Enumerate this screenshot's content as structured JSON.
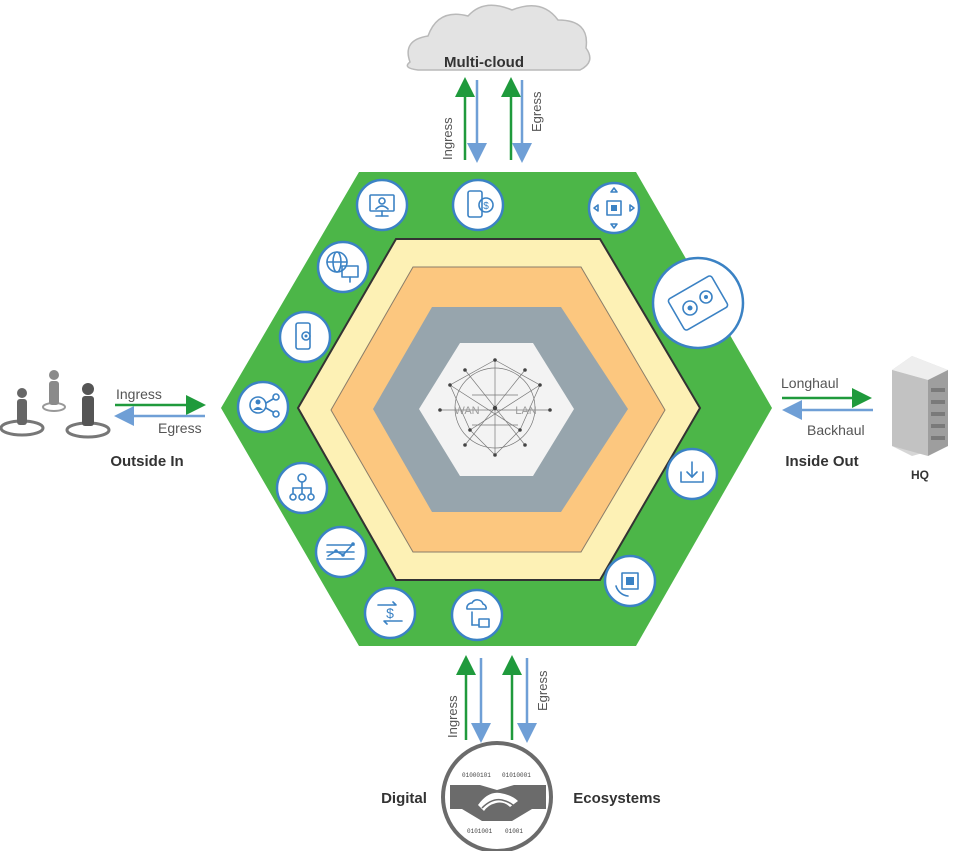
{
  "colors": {
    "hex_green": "#4cb648",
    "hex_yellow": "#fdf1b5",
    "hex_orange": "#fcc77f",
    "hex_grey": "#97a5ad",
    "hex_center": "#f3f3f3",
    "icon_blue": "#3b82c4",
    "ingress_green": "#1f9a3c",
    "egress_blue": "#6f9fd6",
    "text_dark": "#333333"
  },
  "top": {
    "cloud_label": "Multi-cloud",
    "ingress_label": "Ingress",
    "egress_label": "Egress"
  },
  "left": {
    "title": "Outside In",
    "ingress_label": "Ingress",
    "egress_label": "Egress"
  },
  "right": {
    "title": "Inside Out",
    "longhaul_label": "Longhaul",
    "backhaul_label": "Backhaul",
    "hq_label": "HQ"
  },
  "bottom": {
    "left_title": "Digital",
    "right_title": "Ecosystems",
    "ingress_label": "Ingress",
    "egress_label": "Egress",
    "binary_top_left": "01000101",
    "binary_top_right": "01010001",
    "binary_bottom_left": "0101001",
    "binary_bottom_right": "01001"
  },
  "center": {
    "wan_label": "WAN",
    "lan_label": "LAN"
  },
  "icons": [
    "monitor-user-icon",
    "mobile-payment-icon",
    "processor-arrows-icon",
    "globe-monitor-icon",
    "gears-panel-icon",
    "mobile-gear-icon",
    "network-people-icon",
    "hierarchy-icon",
    "download-icon",
    "line-graph-icon",
    "chip-cycle-icon",
    "currency-exchange-icon",
    "cloud-device-icon"
  ]
}
